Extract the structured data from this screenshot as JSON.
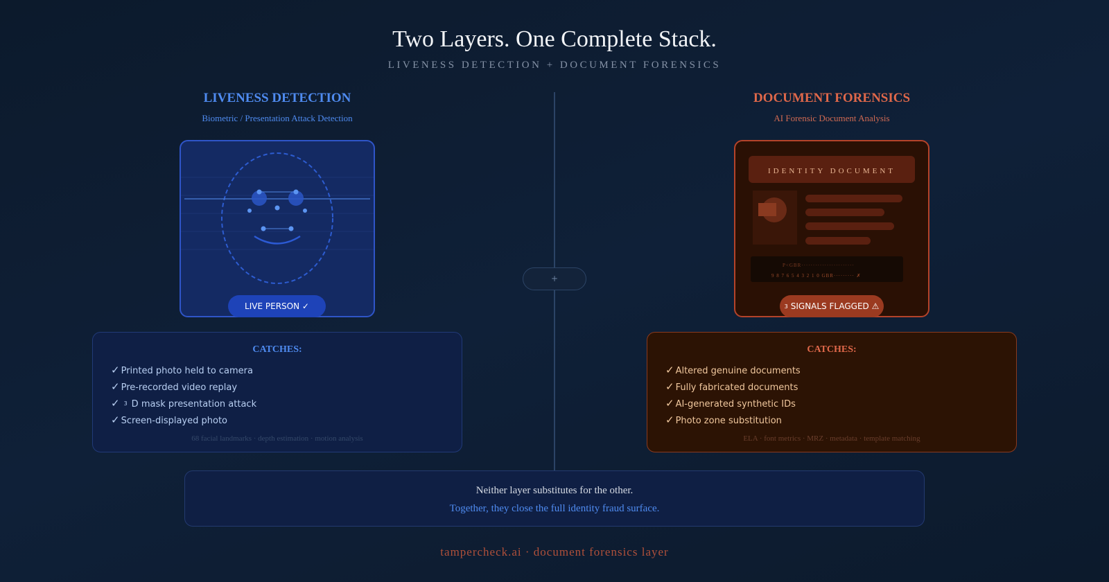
{
  "header": {
    "title": "Two Layers. One Complete Stack.",
    "subtitle": "LIVENESS DETECTION + DOCUMENT FORENSICS"
  },
  "liveness": {
    "title": "LIVENESS DETECTION",
    "subtitle": "Biometric / Presentation Attack Detection",
    "badge": "LIVE PERSON ✓",
    "catches_heading": "CATCHES:",
    "catches": [
      {
        "check": "✓",
        "text": "Printed photo held to camera"
      },
      {
        "check": "✓",
        "text": "Pre-recorded video replay"
      },
      {
        "check": "✓",
        "sup": "3",
        "text": "D mask presentation attack"
      },
      {
        "check": "✓",
        "text": "Screen-displayed photo"
      }
    ],
    "footnote": "68 facial landmarks · depth estimation · motion analysis"
  },
  "forensics": {
    "title": "DOCUMENT FORENSICS",
    "subtitle": "AI Forensic Document Analysis",
    "doc_header": "IDENTITY DOCUMENT",
    "mrz_line1": "P<GBR·······················",
    "mrz_line2": "9 8 7 6 5 4 3 2 1 0 GBR·········  ✗",
    "badge_count": "3",
    "badge": "SIGNALS FLAGGED ⚠",
    "catches_heading": "CATCHES:",
    "catches": [
      {
        "check": "✓",
        "text": "Altered genuine documents"
      },
      {
        "check": "✓",
        "text": "Fully fabricated documents"
      },
      {
        "check": "✓",
        "text": "AI-generated synthetic IDs"
      },
      {
        "check": "✓",
        "text": "Photo zone substitution"
      }
    ],
    "footnote": "ELA · font metrics · MRZ · metadata · template matching"
  },
  "connector": {
    "label": "+"
  },
  "summary": {
    "line1": "Neither layer substitutes for the other.",
    "line2": "Together, they close the full identity fraud surface."
  },
  "footer": {
    "text": "tampercheck.ai · document forensics layer"
  },
  "colors": {
    "liveness_accent": "#4f8bf0",
    "forensics_accent": "#e0684a",
    "background": "#0f1f35"
  },
  "icons": {
    "liveness_visual": "face-scan-icon",
    "forensics_visual": "id-document-icon"
  }
}
